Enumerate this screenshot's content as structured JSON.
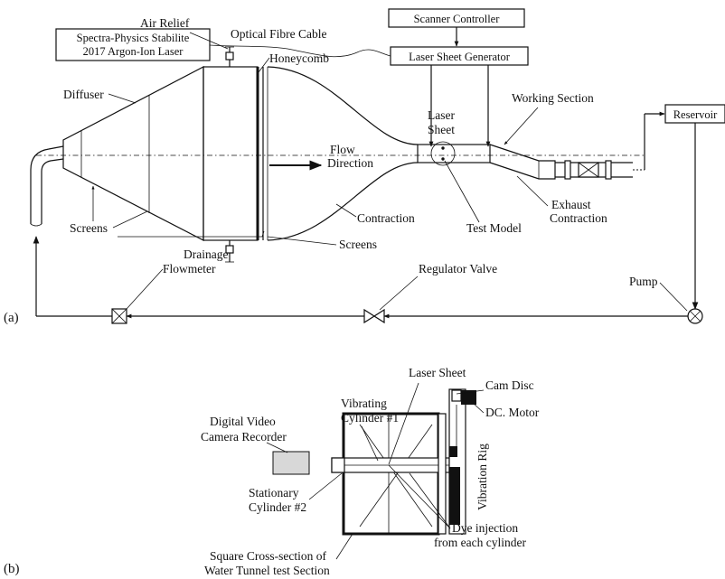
{
  "panel_a": {
    "tag": "(a)",
    "laser_box": [
      "Spectra-Physics Stabilite",
      "2017 Argon-Ion Laser"
    ],
    "optical_fibre": "Optical Fibre Cable",
    "scanner_controller": "Scanner Controller",
    "laser_sheet_generator": "Laser Sheet Generator",
    "air_relief": "Air Relief",
    "honeycomb": "Honeycomb",
    "diffuser": "Diffuser",
    "laser_sheet": [
      "Laser",
      "Sheet"
    ],
    "working_section": "Working Section",
    "reservoir": "Reservoir",
    "flow_direction": [
      "Flow",
      "Direction"
    ],
    "screens_left": "Screens",
    "screens_right": "Screens",
    "contraction": "Contraction",
    "test_model": "Test Model",
    "exhaust_contraction": [
      "Exhaust",
      "Contraction"
    ],
    "drainage": "Drainage",
    "flowmeter": "Flowmeter",
    "regulator_valve": "Regulator Valve",
    "pump": "Pump"
  },
  "panel_b": {
    "tag": "(b)",
    "laser_sheet": "Laser Sheet",
    "cam_disc": "Cam Disc",
    "vibrating_cylinder": [
      "Vibrating",
      "Cylinder #1"
    ],
    "dc_motor": "DC. Motor",
    "digital_video": [
      "Digital Video",
      "Camera Recorder"
    ],
    "vibration_rig": "Vibration Rig",
    "stationary_cylinder": [
      "Stationary",
      "Cylinder #2"
    ],
    "dye_injection": [
      "Dye injection",
      "from each cylinder"
    ],
    "square_cross_section": [
      "Square Cross-section of",
      "Water Tunnel test Section"
    ]
  }
}
